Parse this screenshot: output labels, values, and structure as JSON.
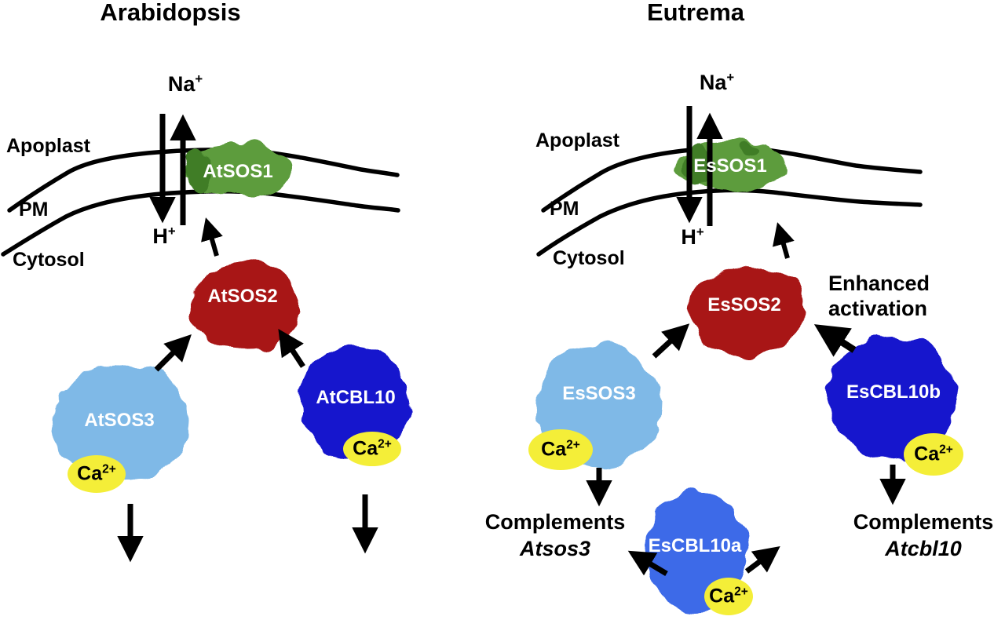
{
  "colors": {
    "background": "#ffffff",
    "membrane": "#000000",
    "arrow": "#000000",
    "label_text": "#000000",
    "protein_text": "#ffffff",
    "transporter_green": "#5d9c3e",
    "transporter_green_dark": "#3f7d28",
    "kinase_red": "#a81418",
    "sensor_light_blue": "#7fb9e7",
    "sensor_dark_blue": "#1813cd",
    "sensor_medium_blue": "#3c6ae8",
    "calcium_yellow": "#f4ee38"
  },
  "arabidopsis": {
    "title": "Arabidopsis",
    "apoplast": "Apoplast",
    "pm": "PM",
    "cytosol": "Cytosol",
    "sodium": {
      "base": "Na",
      "sup": "+"
    },
    "proton": {
      "base": "H",
      "sup": "+"
    },
    "calcium": {
      "base": "Ca",
      "sup": "2+"
    },
    "transporter": "AtSOS1",
    "kinase": "AtSOS2",
    "calcium_sensor": "AtSOS3",
    "calcium_sensor_alt": "AtCBL10"
  },
  "eutrema": {
    "title": "Eutrema",
    "apoplast": "Apoplast",
    "pm": "PM",
    "cytosol": "Cytosol",
    "sodium": {
      "base": "Na",
      "sup": "+"
    },
    "proton": {
      "base": "H",
      "sup": "+"
    },
    "calcium": {
      "base": "Ca",
      "sup": "2+"
    },
    "transporter": "EsSOS1",
    "kinase": "EsSOS2",
    "calcium_sensor": "EsSOS3",
    "calcium_sensor_alt": "EsCBL10b",
    "calcium_sensor_extra": "EsCBL10a",
    "enhanced_activation": "Enhanced activation",
    "complements_sos3": {
      "line1": "Complements",
      "line2": "Atsos3"
    },
    "complements_cbl10": {
      "line1": "Complements",
      "line2": "Atcbl10"
    }
  }
}
